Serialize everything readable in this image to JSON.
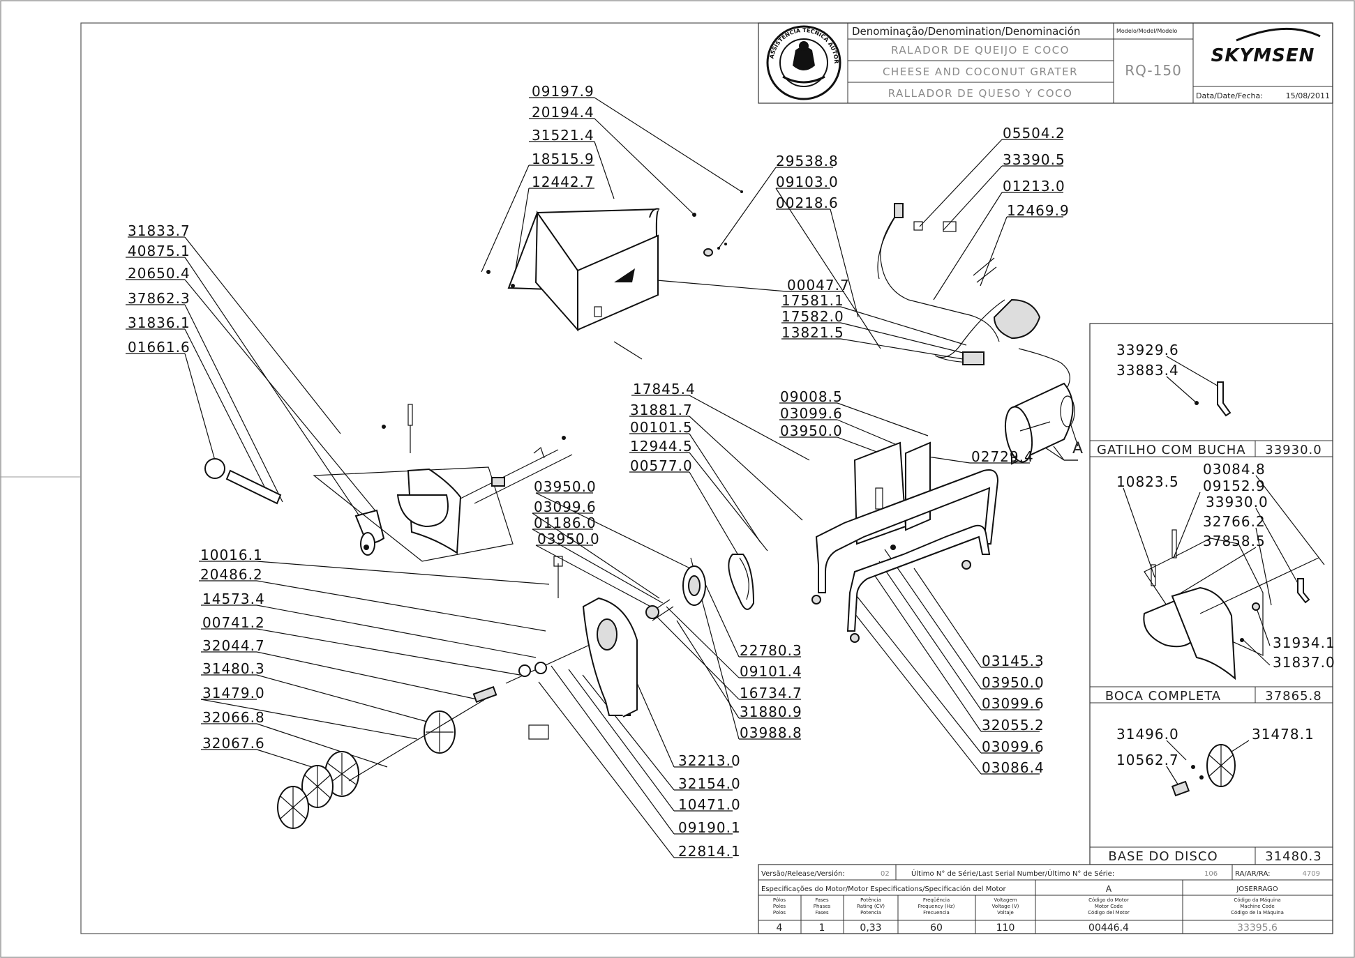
{
  "title_block": {
    "denomination_header": "Denominação/Denomination/Denominación",
    "model_header": "Modelo/Model/Modelo",
    "name_pt": "RALADOR DE QUEIJO E COCO",
    "name_en": "CHEESE AND COCONUT GRATER",
    "name_es": "RALLADOR DE QUESO Y COCO",
    "model": "RQ-150",
    "brand": "SKYMSEN",
    "date_label": "Data/Date/Fecha:",
    "date": "15/08/2011",
    "seal_text": "ASSISTÊNCIA TÉCNICA AUTORIZADA"
  },
  "parts": {
    "l09197_9": "09197.9",
    "l20194_4": "20194.4",
    "l31521_4": "31521.4",
    "l18515_9": "18515.9",
    "l12442_7": "12442.7",
    "l29538_8": "29538.8",
    "l09103_0": "09103.0",
    "l00218_6": "00218.6",
    "l05504_2": "05504.2",
    "l33390_5": "33390.5",
    "l01213_0": "01213.0",
    "l12469_9": "12469.9",
    "l00047_7": "00047.7",
    "l17581_1": "17581.1",
    "l17582_0": "17582.0",
    "l13821_5": "13821.5",
    "l31833_7": "31833.7",
    "l40875_1": "40875.1",
    "l20650_4": "20650.4",
    "l37862_3": "37862.3",
    "l31836_1": "31836.1",
    "l01661_6": "01661.6",
    "l17845_4": "17845.4",
    "l31881_7": "31881.7",
    "l00101_5": "00101.5",
    "l12944_5": "12944.5",
    "l00577_0": "00577.0",
    "l09008_5": "09008.5",
    "l03099_6a": "03099.6",
    "l03950_0a": "03950.0",
    "l02729_4": "02729.4",
    "letter_a": "A",
    "l03950_0b": "03950.0",
    "l03099_6b": "03099.6",
    "l01186_0": "01186.0",
    "l03950_0c": "03950.0",
    "l10016_1": "10016.1",
    "l20486_2": "20486.2",
    "l14573_4": "14573.4",
    "l00741_2": "00741.2",
    "l32044_7": "32044.7",
    "l31480_3": "31480.3",
    "l31479_0": "31479.0",
    "l32066_8": "32066.8",
    "l32067_6": "32067.6",
    "l22780_3": "22780.3",
    "l09101_4": "09101.4",
    "l16734_7": "16734.7",
    "l31880_9": "31880.9",
    "l03988_8": "03988.8",
    "l32213_0": "32213.0",
    "l32154_0": "32154.0",
    "l10471_0": "10471.0",
    "l09190_1": "09190.1",
    "l22814_1": "22814.1",
    "l03145_3": "03145.3",
    "l03950_0d": "03950.0",
    "l03099_6c": "03099.6",
    "l32055_2": "32055.2",
    "l03099_6d": "03099.6",
    "l03086_4": "03086.4"
  },
  "insets": {
    "gatilho": {
      "title": "GATILHO COM BUCHA",
      "code": "33930.0",
      "parts": [
        "33929.6",
        "33883.4"
      ]
    },
    "boca": {
      "title": "BOCA COMPLETA",
      "code": "37865.8",
      "parts": [
        "10823.5",
        "03084.8",
        "09152.9",
        "33930.0",
        "32766.2",
        "37858.5",
        "31934.1",
        "31837.0"
      ]
    },
    "base": {
      "title": "BASE DO DISCO",
      "code": "31480.3",
      "parts": [
        "31496.0",
        "31478.1",
        "10562.7"
      ]
    }
  },
  "footer": {
    "version_label": "Versão/Release/Versión:",
    "version": "02",
    "serial_label": "Último N° de Série/Last Serial Number/Último N° de Série:",
    "serial": "106",
    "ra_label": "RA/AR/RA:",
    "ra": "4709",
    "motor_spec_label": "Especificações do Motor/Motor Especifications/Specificación del Motor",
    "motor_letter": "A",
    "author": "JOSERRAGO",
    "col_poles": [
      "Pólos",
      "Poles",
      "Polos"
    ],
    "col_phases": [
      "Fases",
      "Phases",
      "Fases"
    ],
    "col_power": [
      "Potência",
      "Rating (CV)",
      "Potencia"
    ],
    "col_freq": [
      "Freqüência",
      "Frequency (Hz)",
      "Frecuencia"
    ],
    "col_volt": [
      "Voltagem",
      "Voltage (V)",
      "Voltaje"
    ],
    "col_motor_code": [
      "Código do Motor",
      "Motor Code",
      "Código del Motor"
    ],
    "col_machine_code": [
      "Código da Máquina",
      "Machine Code",
      "Código de la Máquina"
    ],
    "poles": "4",
    "phases": "1",
    "power": "0,33",
    "frequency": "60",
    "voltage": "110",
    "motor_code": "00446.4",
    "machine_code": "33395.6"
  }
}
